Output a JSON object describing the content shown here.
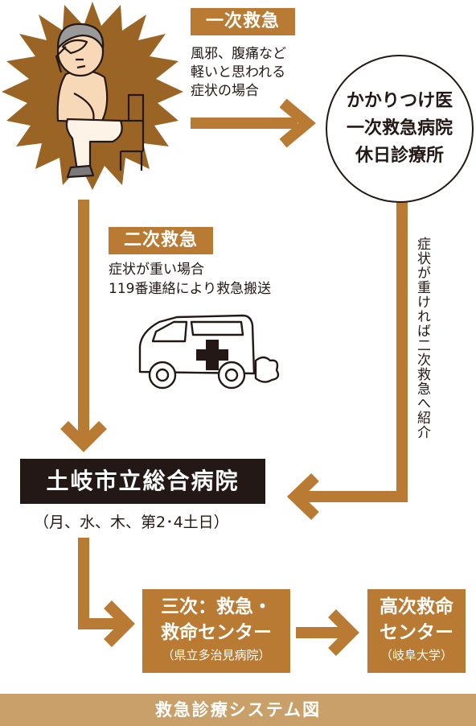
{
  "primary": {
    "tag": "一次救急",
    "note_lines": [
      "風邪、腹痛など",
      "軽いと思われる",
      "症状の場合"
    ]
  },
  "clinic": {
    "lines": [
      "かかりつけ医",
      "一次救急病院",
      "休日診療所"
    ]
  },
  "referral_note": "症状が重ければ二次救急へ紹介",
  "secondary": {
    "tag": "二次救急",
    "note_lines": [
      "症状が重い場合",
      "119番連絡により救急搬送"
    ]
  },
  "hospital": {
    "name": "土岐市立総合病院",
    "days": "（月、水、木、第2･4土日）"
  },
  "tertiary": {
    "line1": "三次：救急・",
    "line2": "救命センター",
    "sub": "（県立多治見病院）"
  },
  "advanced": {
    "line1": "高次救命",
    "line2": "センター",
    "sub": "（岐阜大学）"
  },
  "footer": {
    "title": "救急診療システム図"
  },
  "colors": {
    "accent": "#b97a33",
    "burst": "#9a6524",
    "dark": "#231815",
    "footer_band": "#c9a06a"
  },
  "icons": [
    "patient-illustration",
    "ambulance-icon"
  ]
}
